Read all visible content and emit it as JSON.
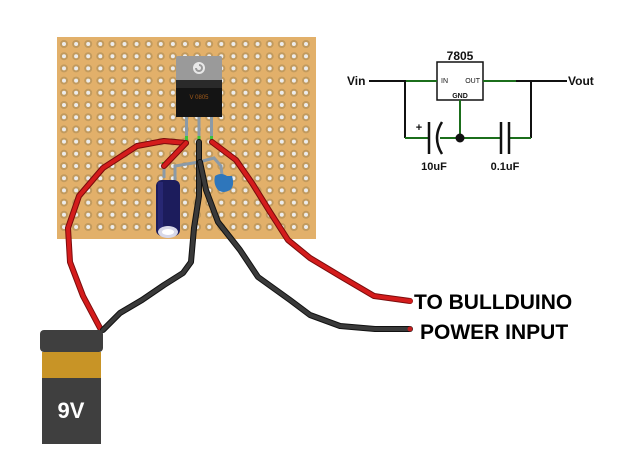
{
  "schematic": {
    "regulator_label": "7805",
    "pin_in": "IN",
    "pin_out": "OUT",
    "pin_gnd": "GND",
    "vin_label": "Vin",
    "vout_label": "Vout",
    "cap1_label": "10uF",
    "cap1_polarity": "+",
    "cap2_label": "0.1uF"
  },
  "breadboard": {
    "regulator_marking": "V 0805",
    "colors": {
      "board": "#e2b06a",
      "hole_ring": "#c19a5e",
      "hole_center": "#ececec",
      "red_wire": "#d41c1c",
      "black_wire": "#2e2e2e",
      "electrolytic_cap": "#1c1c5c",
      "ceramic_cap": "#2e76bb"
    }
  },
  "battery": {
    "label": "9V",
    "colors": {
      "body": "#3f3f3f",
      "band": "#c89426"
    }
  },
  "output_label": {
    "line1": "TO BULLDUINO",
    "line2": "POWER INPUT"
  }
}
